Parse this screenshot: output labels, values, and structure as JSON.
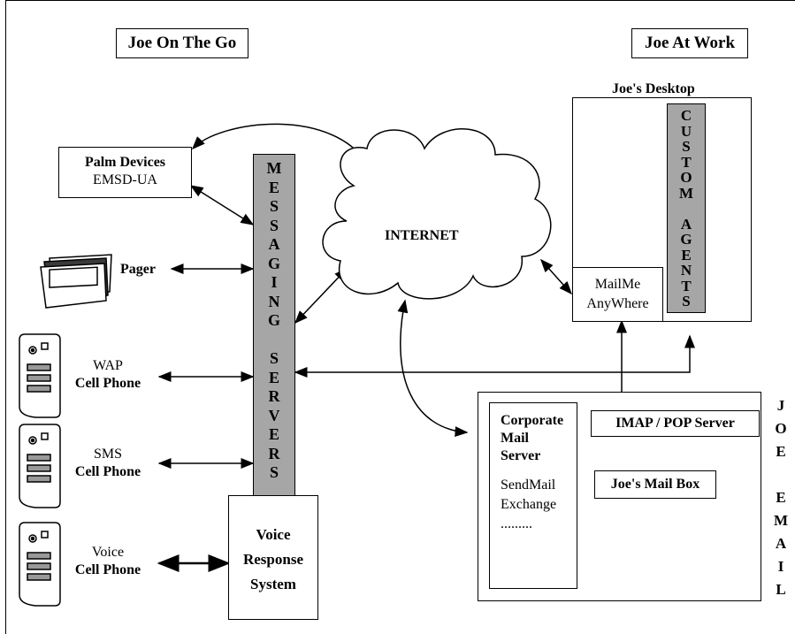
{
  "title_on_the_go": "Joe On The Go",
  "title_at_work": "Joe At Work",
  "desktop": {
    "label": "Joe's Desktop"
  },
  "palm": {
    "line1": "Palm Devices",
    "line2": "EMSD-UA"
  },
  "pager": {
    "label": "Pager"
  },
  "wap": {
    "line1": "WAP",
    "line2": "Cell Phone"
  },
  "sms": {
    "line1": "SMS",
    "line2": "Cell Phone"
  },
  "voice": {
    "line1": "Voice",
    "line2": "Cell Phone"
  },
  "messaging_servers": {
    "letters": [
      "M",
      "E",
      "S",
      "S",
      "A",
      "G",
      "I",
      "N",
      "G",
      " ",
      "S",
      "E",
      "R",
      "V",
      "E",
      "R",
      "S"
    ]
  },
  "voice_response": {
    "line1": "Voice",
    "line2": "Response",
    "line3": "System"
  },
  "internet": {
    "label": "INTERNET"
  },
  "custom_agents": {
    "letters": [
      "C",
      "U",
      "S",
      "T",
      "O",
      "M",
      " ",
      "A",
      "G",
      "E",
      "N",
      "T",
      "S"
    ]
  },
  "mailme": {
    "line1": "MailMe",
    "line2": "AnyWhere"
  },
  "corporate": {
    "line1": "Corporate",
    "line2": "Mail",
    "line3": "Server",
    "line4": "SendMail",
    "line5": "Exchange",
    "line6": "........."
  },
  "imap": {
    "label": "IMAP / POP Server"
  },
  "mailbox": {
    "label": "Joe's Mail Box"
  },
  "joe_email": {
    "letters": [
      "J",
      "O",
      "E",
      " ",
      "E",
      "M",
      "A",
      "I",
      "L"
    ]
  }
}
